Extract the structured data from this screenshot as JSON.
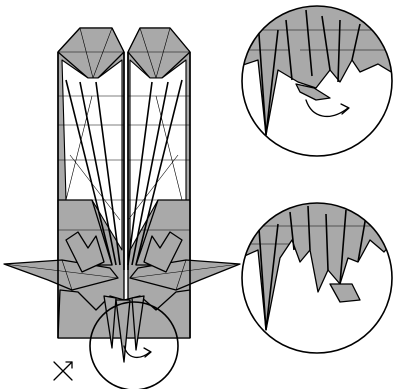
{
  "diagram": {
    "type": "origami-instruction-step",
    "symbols": {
      "turn_over_icon": "turn-over-arrow",
      "fold_arrow_icon": "curved-fold-arrow"
    },
    "colors": {
      "paper_color": "#a9a9a9",
      "line_color": "#000000",
      "background": "#ffffff"
    },
    "detail_views": 2
  }
}
